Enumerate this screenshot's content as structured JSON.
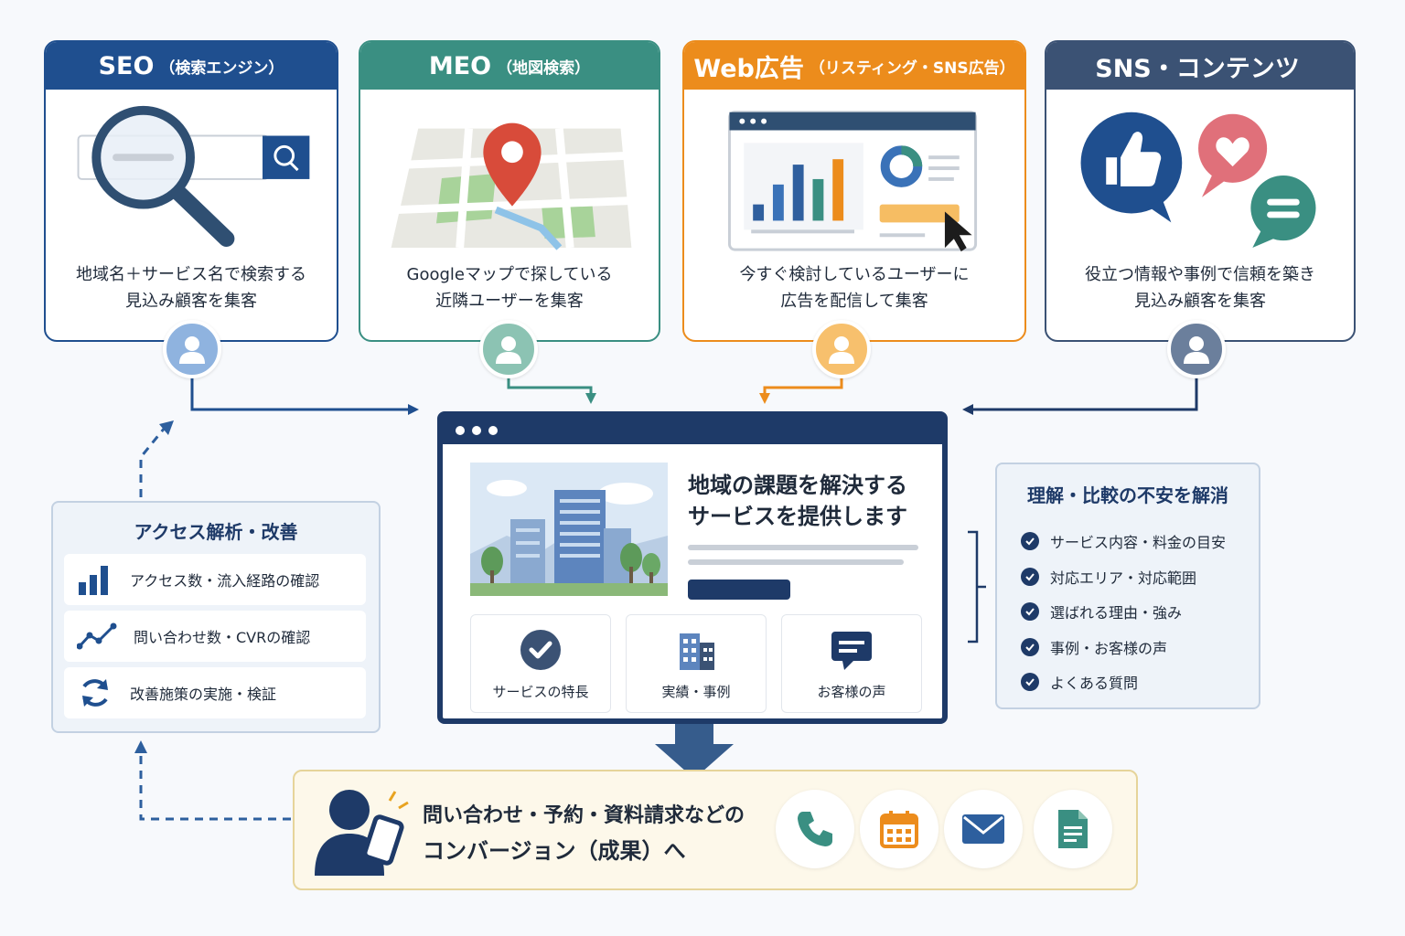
{
  "channels": [
    {
      "title": "SEO",
      "sub": "（検索エンジン）",
      "line1": "地域名＋サービス名で検索する",
      "line2": "見込み顧客を集客",
      "color": "#1f4f8f"
    },
    {
      "title": "MEO",
      "sub": "（地図検索）",
      "line1": "Googleマップで探している",
      "line2": "近隣ユーザーを集客",
      "color": "#3a8f82"
    },
    {
      "title": "Web広告",
      "sub": "（リスティング・SNS広告）",
      "line1": "今すぐ検討しているユーザーに",
      "line2": "広告を配信して集客",
      "color": "#ec8c1c"
    },
    {
      "title": "SNS・コンテンツ",
      "sub": "",
      "line1": "役立つ情報や事例で信頼を築き",
      "line2": "見込み顧客を集客",
      "color": "#3b5274"
    }
  ],
  "site": {
    "headline1": "地域の課題を解決する",
    "headline2": "サービスを提供します",
    "tiles": [
      "サービスの特長",
      "実績・事例",
      "お客様の声"
    ]
  },
  "trust": {
    "title": "理解・比較の不安を解消",
    "items": [
      "サービス内容・料金の目安",
      "対応エリア・対応範囲",
      "選ばれる理由・強み",
      "事例・お客様の声",
      "よくある質問"
    ]
  },
  "analytics": {
    "title": "アクセス解析・改善",
    "items": [
      "アクセス数・流入経路の確認",
      "問い合わせ数・CVRの確認",
      "改善施策の実施・検証"
    ]
  },
  "conversion": {
    "line1": "問い合わせ・予約・資料請求などの",
    "line2": "コンバージョン（成果）へ"
  },
  "icons": [
    "search-icon",
    "map-pin-icon",
    "ad-dashboard-icon",
    "thumbs-up-icon",
    "heart-bubble-icon",
    "chat-bubble-icon",
    "user-icon",
    "check-icon",
    "bar-chart-icon",
    "trend-line-icon",
    "refresh-icon",
    "phone-icon",
    "calendar-icon",
    "mail-icon",
    "document-icon"
  ]
}
